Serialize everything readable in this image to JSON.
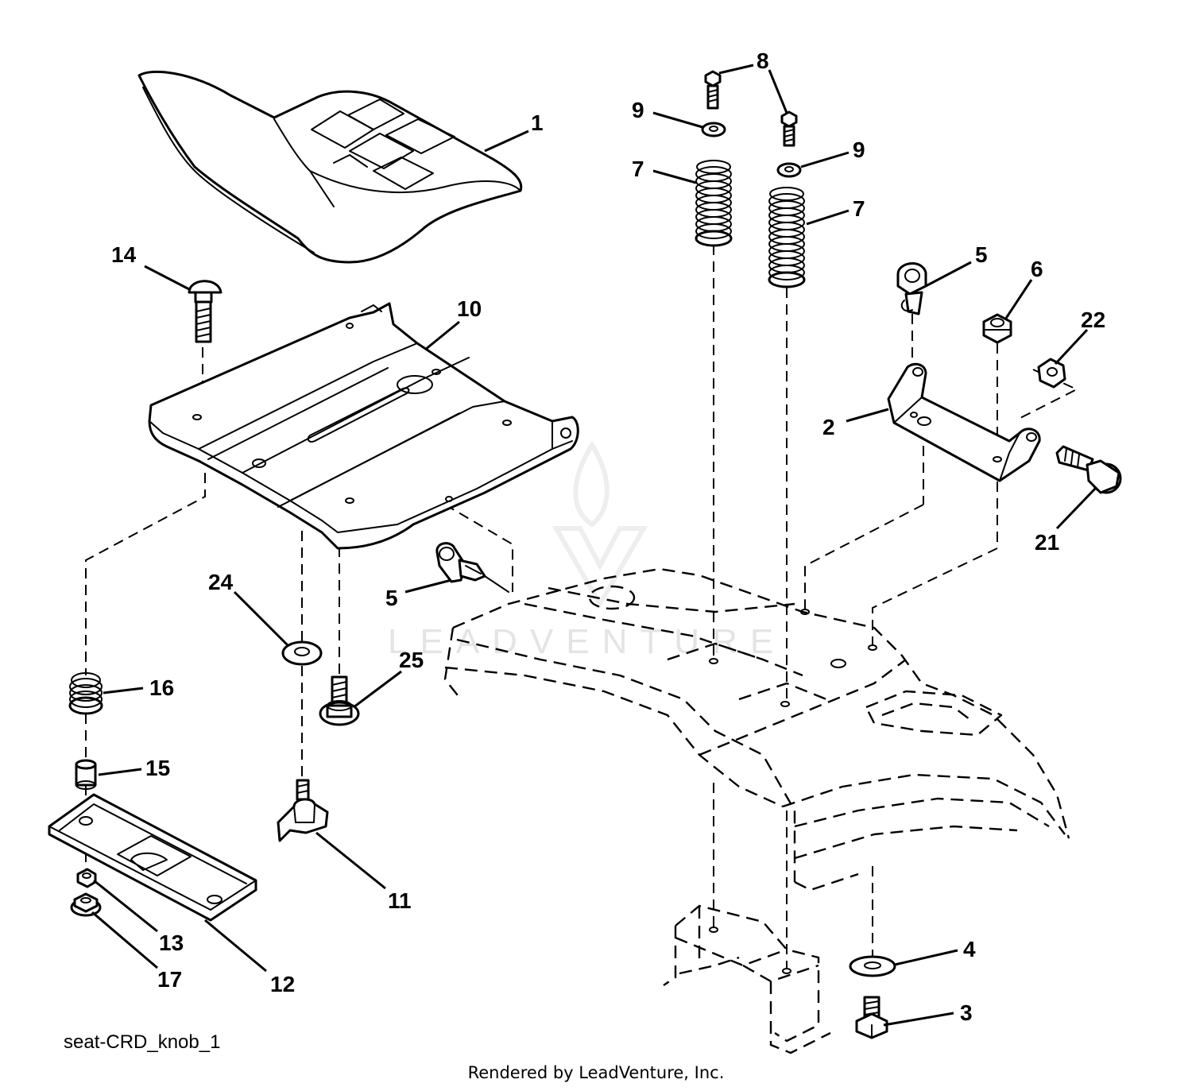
{
  "diagram": {
    "caption": "seat-CRD_knob_1",
    "footer": "Rendered by LeadVenture, Inc.",
    "watermark": "LEADVENTURE",
    "callouts": {
      "c1": "1",
      "c2": "2",
      "c3": "3",
      "c4": "4",
      "c5a": "5",
      "c5b": "5",
      "c6": "6",
      "c7a": "7",
      "c7b": "7",
      "c8": "8",
      "c9a": "9",
      "c9b": "9",
      "c10": "10",
      "c11": "11",
      "c12": "12",
      "c13": "13",
      "c14": "14",
      "c15": "15",
      "c16": "16",
      "c17": "17",
      "c21": "21",
      "c22": "22",
      "c24": "24",
      "c25": "25"
    }
  }
}
